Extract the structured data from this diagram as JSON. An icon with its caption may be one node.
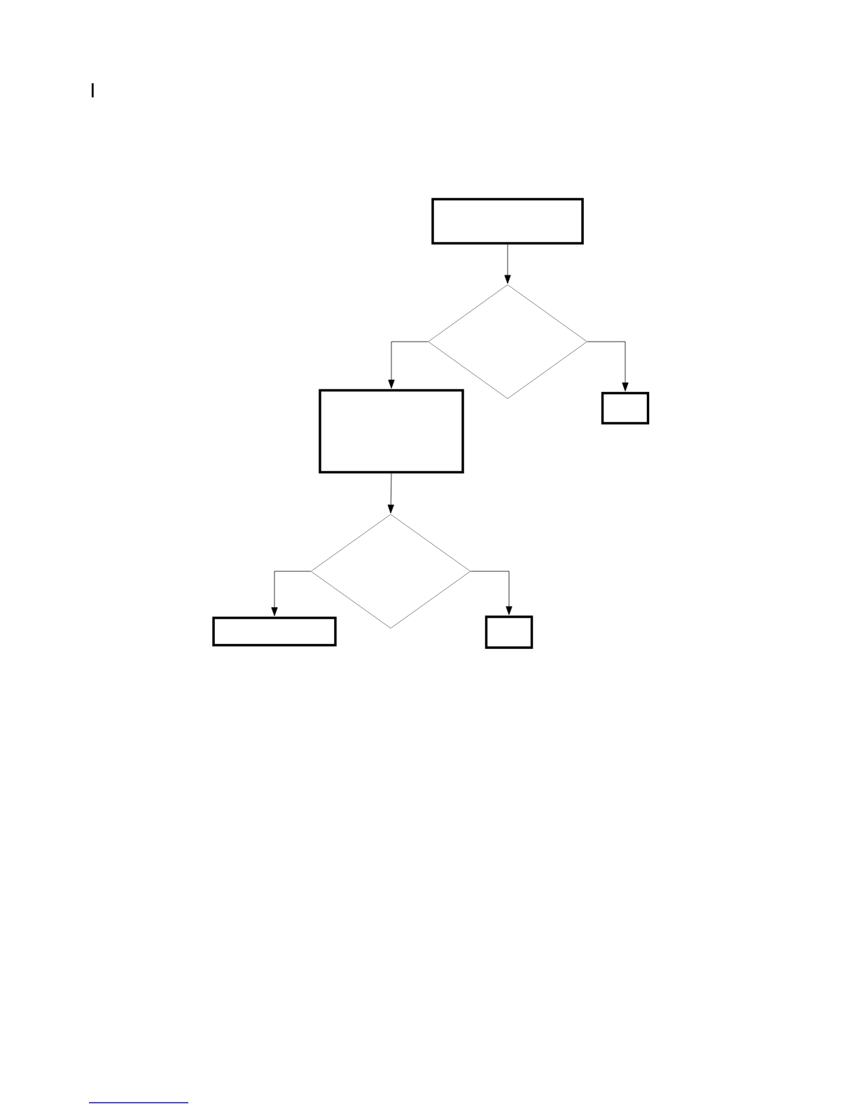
{
  "diagram": {
    "nodes": [
      {
        "text": [],
        "shape": "box"
      },
      {
        "text": [],
        "shape": "diamond"
      },
      {
        "text": [],
        "shape": "box"
      },
      {
        "text": [],
        "shape": "box"
      },
      {
        "text": [],
        "shape": "diamond"
      },
      {
        "text": [],
        "shape": "box"
      },
      {
        "text": [],
        "shape": "box"
      }
    ],
    "edges": [
      {
        "from": 0,
        "to": 1,
        "arrow": "to"
      },
      {
        "from": 1,
        "to": 2,
        "arrow": "to"
      },
      {
        "from": 1,
        "to": 3,
        "arrow": "to"
      },
      {
        "from": 2,
        "to": 4,
        "arrow": "to"
      },
      {
        "from": 4,
        "to": 5,
        "arrow": "to"
      },
      {
        "from": 4,
        "to": 6,
        "arrow": "to"
      }
    ],
    "labels": [
      "I"
    ]
  }
}
